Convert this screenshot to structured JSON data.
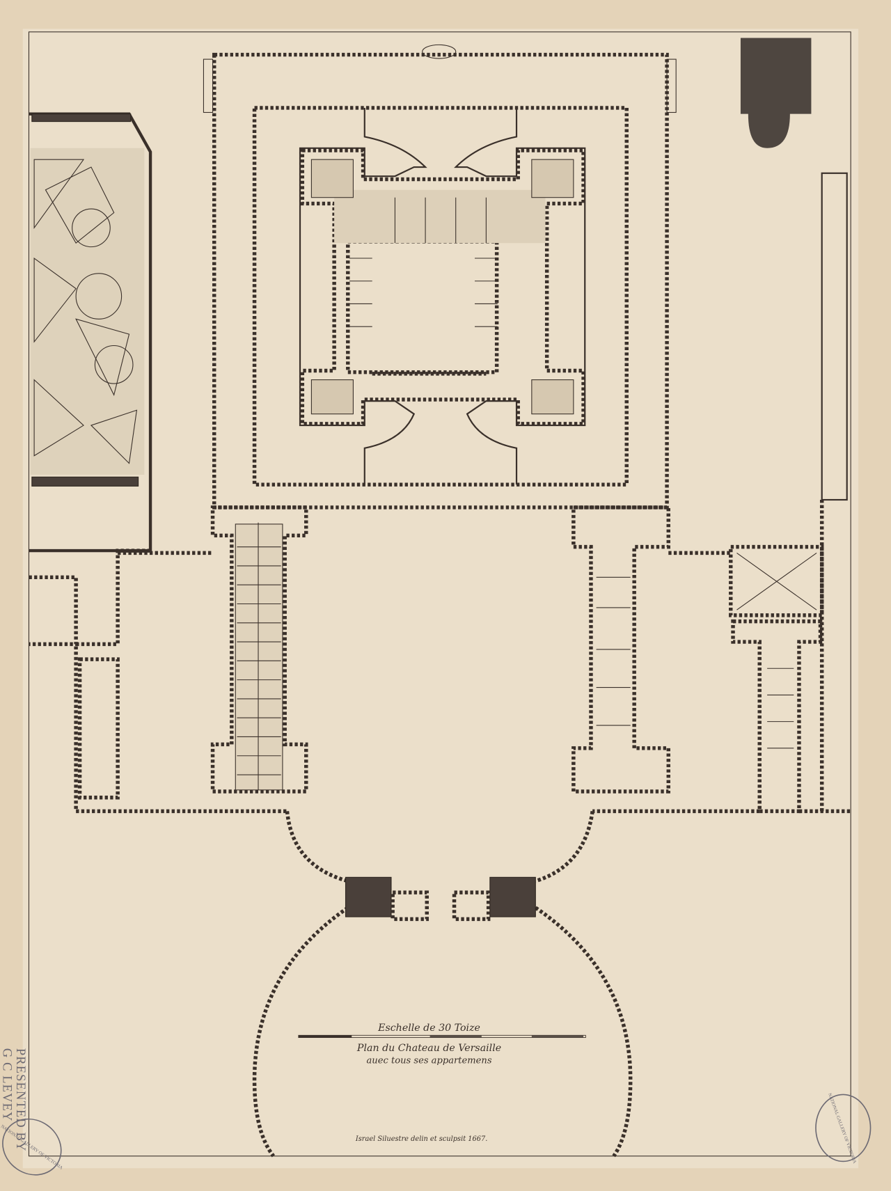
{
  "plate": {
    "scale_label": "Eschelle de 30 Toize",
    "title_line1": "Plan du Chateau de Versaille",
    "title_line2": "auec tous ses appartemens",
    "signature": "Israel Siluestre delin et sculpsit 1667."
  },
  "stamps": {
    "presented_line1": "PRESENTED BY",
    "presented_line2": "G C LEVEY",
    "gallery_stamp_left": "NATIONAL GALLERY OF VICTORIA",
    "gallery_stamp_right": "NATIONAL GALLERY OF VICTORIA"
  },
  "colors": {
    "paper": "#e9dcc5",
    "ink": "#3a302a",
    "stamp": "#6d6a73"
  }
}
